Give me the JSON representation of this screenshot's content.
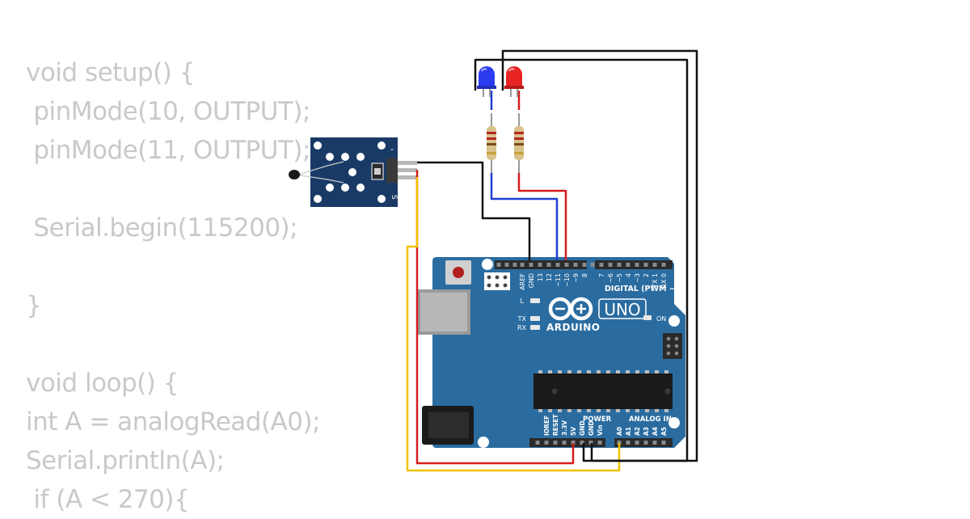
{
  "code": {
    "lines": [
      "void setup() {",
      " pinMode(10, OUTPUT);",
      " pinMode(11, OUTPUT);",
      "",
      " Serial.begin(115200);",
      "",
      "}",
      "",
      "void loop() {",
      "int A = analogRead(A0);",
      "Serial.println(A);",
      " if (A < 270){"
    ]
  },
  "board": {
    "brand": "ARDUINO",
    "model": "UNO",
    "on_label": "ON",
    "l_label": "L",
    "tx_label": "TX",
    "rx_label": "RX",
    "digital_label": "DIGITAL (PWM ~)",
    "power_label": "POWER",
    "analog_label": "ANALOG IN",
    "digital_pins": [
      "AREF",
      "GND",
      "13",
      "12",
      "~11",
      "~10",
      "~9",
      "8",
      "7",
      "~6",
      "~5",
      "4",
      "~3",
      "2",
      "TX 1",
      "RX 0"
    ],
    "power_pins": [
      "IOREF",
      "RESET",
      "3.3V",
      "5V",
      "GND",
      "GND",
      "Vin"
    ],
    "analog_pins": [
      "A0",
      "A1",
      "A2",
      "A3",
      "A4",
      "A5"
    ]
  },
  "sensor": {
    "minus_label": "-",
    "s_label": "S"
  },
  "colors": {
    "board": "#2a6ca0",
    "board_dark": "#1d4f78",
    "module": "#1a3a66",
    "wire_black": "#111111",
    "wire_red": "#d41d1d",
    "wire_blue": "#1f3fd0",
    "wire_yellow": "#f2c200",
    "led_blue": "#2b3cf0",
    "led_red": "#e82424",
    "code_text": "#c9c9c9"
  }
}
